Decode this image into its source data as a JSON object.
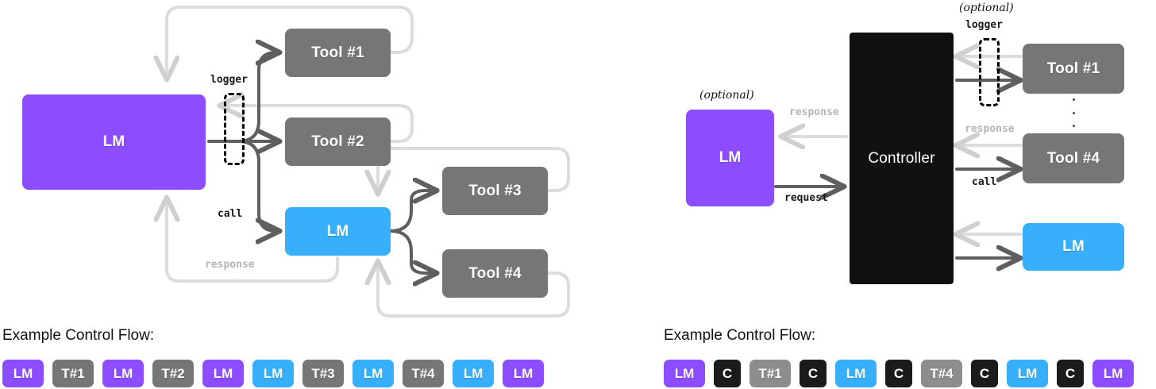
{
  "left_diagram": {
    "nodes": {
      "lm_primary": {
        "label": "LM",
        "color": "#8B4DFF"
      },
      "tool1": {
        "label": "Tool #1",
        "color": "#767676"
      },
      "tool2": {
        "label": "Tool #2",
        "color": "#767676"
      },
      "lm_secondary": {
        "label": "LM",
        "color": "#38AFFA"
      },
      "tool3": {
        "label": "Tool #3",
        "color": "#767676"
      },
      "tool4": {
        "label": "Tool #4",
        "color": "#767676"
      }
    },
    "edge_labels": {
      "logger": "logger",
      "call": "call",
      "response": "response"
    }
  },
  "right_diagram": {
    "nodes": {
      "lm_client": {
        "label": "LM",
        "color": "#8B4DFF"
      },
      "controller": {
        "label": "Controller",
        "color": "#111111"
      },
      "tool1": {
        "label": "Tool #1",
        "color": "#767676"
      },
      "tool4": {
        "label": "Tool #4",
        "color": "#767676"
      },
      "lm_tool": {
        "label": "LM",
        "color": "#38AFFA"
      }
    },
    "edge_labels": {
      "optional_lm": "(optional)",
      "optional_logger": "(optional)",
      "logger": "logger",
      "response_left": "response",
      "request": "request",
      "response_right": "response",
      "call": "call"
    },
    "ellipsis_dots": 3
  },
  "left_flow": {
    "title": "Example Control Flow:",
    "steps": [
      {
        "label": "LM",
        "kind": "purple"
      },
      {
        "label": "T#1",
        "kind": "gray"
      },
      {
        "label": "LM",
        "kind": "purple"
      },
      {
        "label": "T#2",
        "kind": "gray"
      },
      {
        "label": "LM",
        "kind": "purple"
      },
      {
        "label": "LM",
        "kind": "blue"
      },
      {
        "label": "T#3",
        "kind": "gray"
      },
      {
        "label": "LM",
        "kind": "blue"
      },
      {
        "label": "T#4",
        "kind": "gray"
      },
      {
        "label": "LM",
        "kind": "blue"
      },
      {
        "label": "LM",
        "kind": "purple"
      }
    ]
  },
  "right_flow": {
    "title": "Example Control Flow:",
    "steps": [
      {
        "label": "LM",
        "kind": "purple"
      },
      {
        "label": "C",
        "kind": "black"
      },
      {
        "label": "T#1",
        "kind": "graylt"
      },
      {
        "label": "C",
        "kind": "black"
      },
      {
        "label": "LM",
        "kind": "blue"
      },
      {
        "label": "C",
        "kind": "black"
      },
      {
        "label": "T#4",
        "kind": "graylt"
      },
      {
        "label": "C",
        "kind": "black"
      },
      {
        "label": "LM",
        "kind": "blue"
      },
      {
        "label": "C",
        "kind": "black"
      },
      {
        "label": "LM",
        "kind": "purple"
      }
    ]
  },
  "colors": {
    "purple": "#8B4DFF",
    "blue": "#38AFFA",
    "gray": "#767676",
    "black": "#111111",
    "arrow_dark": "#5f5f5f",
    "arrow_light": "#d8d8d8"
  }
}
